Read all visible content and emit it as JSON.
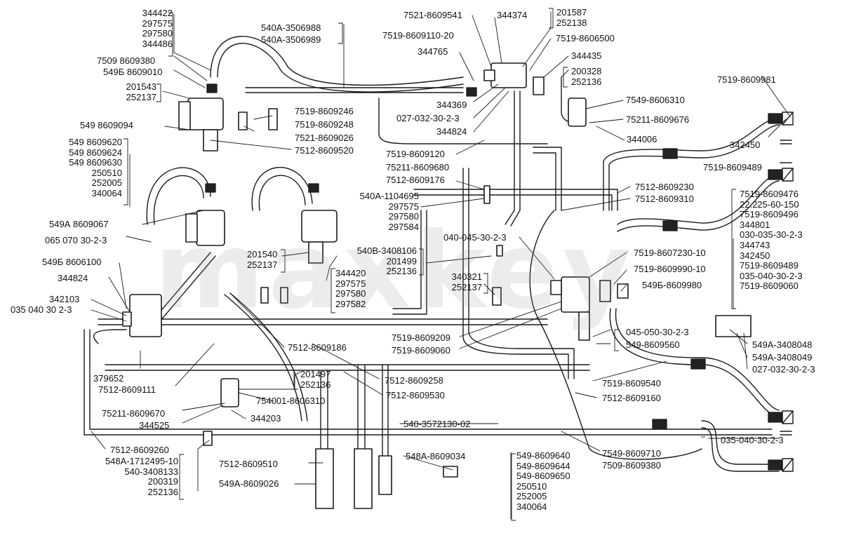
{
  "watermark": "maxkey",
  "labels": {
    "l01": "7521-8609541",
    "l02": "344374",
    "l03": "540A-3506988",
    "l04": "540A-3506989",
    "l05": "7519-8609110-20",
    "l06": "7519-8606500",
    "l07": "344765",
    "l08": "344435",
    "l09": "7509 8609380",
    "l10": "549Б 8609010",
    "l11": "7519-8609981",
    "l12": "7549-8606310",
    "l13": "344369",
    "l14": "027-032-30-2-3",
    "l15": "344824",
    "l16": "7519-8609246",
    "l17": "7519-8609248",
    "l18": "549 8609094",
    "l19": "75211-8609676",
    "l20": "344006",
    "l21": "342450",
    "l22": "7521-8609026",
    "l23": "7512-8609520",
    "l24": "7519-8609120",
    "l25": "75211-8609680",
    "l26": "7512-8609176",
    "l27": "7519-8609489",
    "l28": "7512-8609230",
    "l29": "7512-8609310",
    "l30": "549А 8609067",
    "l31": "040-045-30-2-3",
    "l32": "065 070 30-2-3",
    "l33": "549Б 8606100",
    "l34": "7519-8607230-10",
    "l35": "7519-8609990-10",
    "l36": "549Б-8609980",
    "l37": "344824",
    "l38": "342103",
    "l39": "035 040 30 2-3",
    "l40": "045-050-30-2-3",
    "l41": "549-8609560",
    "l42": "7519-8609209",
    "l43": "7519-8609060",
    "l44": "7512-8609186",
    "l45": "549А-3408048",
    "l46": "549А-3408049",
    "l47": "027-032-30-2-3",
    "l48": "379652",
    "l49": "7512-8609111",
    "l50": "7512-8609258",
    "l51": "7519-8609540",
    "l52": "754001-8606310",
    "l53": "7512-8609530",
    "l54": "7512-8609160",
    "l55": "75211-8609670",
    "l56": "344525",
    "l57": "344203",
    "l58": "540-3572130-02",
    "l59": "035-040-30-2-3",
    "l60": "7512-8609260",
    "l61": "7512-8609510",
    "l62": "548А-8609034",
    "l63": "7549-8609710",
    "l64": "7509-8609380",
    "l65": "549А-8609026"
  },
  "groups": {
    "g01": [
      "344422",
      "297575",
      "297580",
      "344486"
    ],
    "g02": [
      "201543",
      "252137"
    ],
    "g03": [
      "201587",
      "252138"
    ],
    "g04": [
      "200328",
      "252136"
    ],
    "g05": [
      "549 8609620",
      "549 8609624",
      "549 8609630",
      "250510",
      "252005",
      "340064"
    ],
    "g06": [
      "540А-1104695",
      "297575",
      "297580",
      "297584"
    ],
    "g07": [
      "7519-8609476",
      "22.225-60-150",
      "7519-8609496",
      "344801",
      "030-035-30-2-3",
      "344743",
      "342450",
      "7519-8609489",
      "035-040-30-2-3",
      "7519-8609060"
    ],
    "g08": [
      "201540",
      "252137"
    ],
    "g09": [
      "540В-3408106",
      "201499",
      "252136"
    ],
    "g10": [
      "344420",
      "297575",
      "297580",
      "297582"
    ],
    "g11": [
      "340321",
      "252137"
    ],
    "g12": [
      "201497",
      "252136"
    ],
    "g13": [
      "548А-1712495-10",
      "540-3408133",
      "200319",
      "252136"
    ],
    "g14": [
      "549-8609640",
      "549-8609644",
      "549-8609650",
      "250510",
      "252005",
      "340064"
    ]
  }
}
